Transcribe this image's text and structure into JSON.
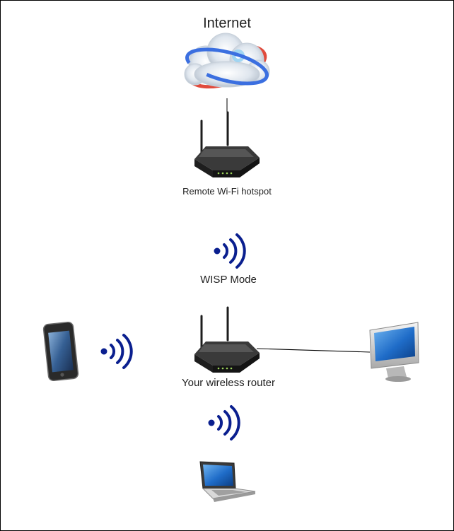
{
  "nodes": {
    "internet": {
      "label": "Internet",
      "icon": "cloud-globe-icon"
    },
    "hotspot": {
      "label": "Remote Wi-Fi hotspot",
      "icon": "router-icon"
    },
    "wisp": {
      "label": "WISP Mode",
      "icon": "wifi-signal-icon"
    },
    "router": {
      "label": "Your wireless router",
      "icon": "router-icon"
    },
    "phone": {
      "icon": "smartphone-icon"
    },
    "monitor": {
      "icon": "desktop-monitor-icon"
    },
    "laptop": {
      "icon": "laptop-icon"
    }
  },
  "colors": {
    "wifi": "#0a1f8f",
    "line": "#000000",
    "router_body": "#2b2b2b",
    "screen": "#2d7fd3"
  }
}
